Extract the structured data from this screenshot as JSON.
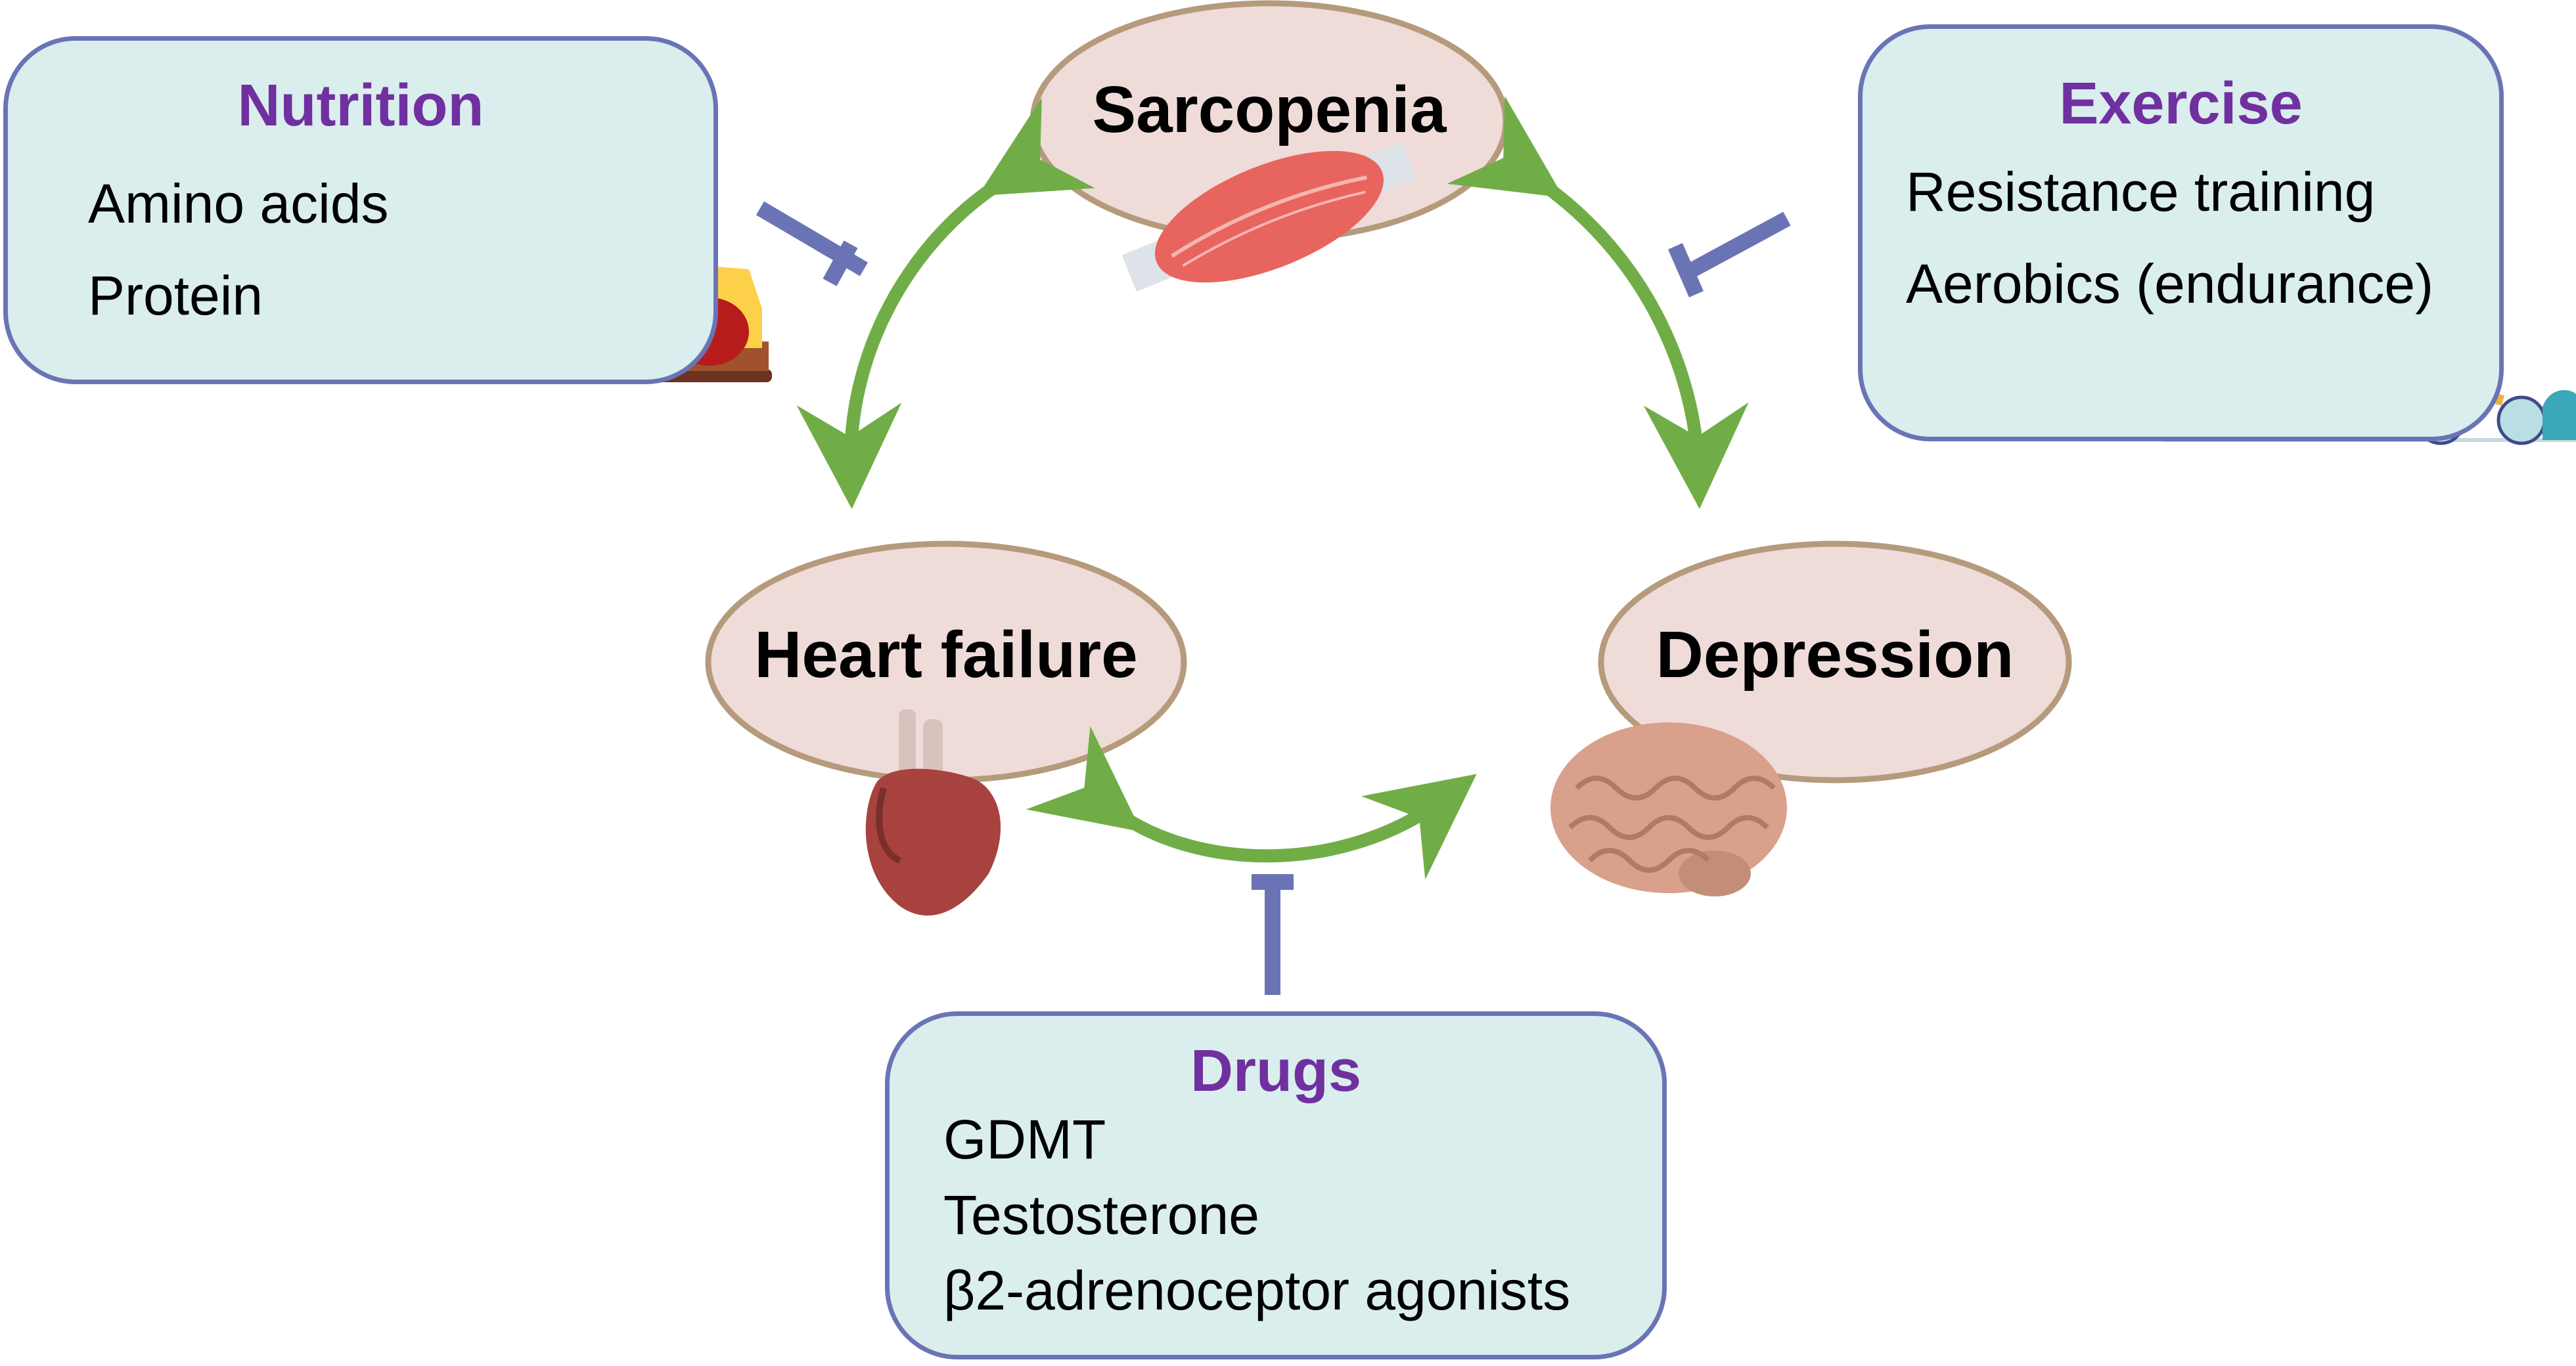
{
  "colors": {
    "box_fill": "#daeeed",
    "box_border": "#6a74b5",
    "title_purple": "#7030a0",
    "node_fill": "#efdcd9",
    "node_border": "#b59a7c",
    "arrow_green": "#70ad47",
    "inhibitor_blue": "#6a74b5"
  },
  "nodes": {
    "sarcopenia": {
      "label": "Sarcopenia",
      "icon": "muscle-icon"
    },
    "heart_failure": {
      "label": "Heart failure",
      "icon": "heart-icon"
    },
    "depression": {
      "label": "Depression",
      "icon": "brain-icon"
    }
  },
  "interventions": {
    "nutrition": {
      "title": "Nutrition",
      "items": [
        "Amino acids",
        "Protein"
      ],
      "icon": "food-icon"
    },
    "exercise": {
      "title": "Exercise",
      "items": [
        "Resistance training",
        "Aerobics (endurance)"
      ],
      "icon": "exercise-people-icon"
    },
    "drugs": {
      "title": "Drugs",
      "items": [
        "GDMT",
        "Testosterone",
        "β2-adrenoceptor agonists"
      ]
    }
  },
  "edges": [
    {
      "from": "sarcopenia",
      "to": "heart_failure",
      "type": "bidirectional"
    },
    {
      "from": "sarcopenia",
      "to": "depression",
      "type": "bidirectional"
    },
    {
      "from": "heart_failure",
      "to": "depression",
      "type": "bidirectional"
    },
    {
      "from": "nutrition",
      "target": "sarcopenia-heart_failure",
      "type": "inhibits"
    },
    {
      "from": "exercise",
      "target": "sarcopenia-depression",
      "type": "inhibits"
    },
    {
      "from": "drugs",
      "target": "heart_failure-depression",
      "type": "inhibits"
    }
  ]
}
